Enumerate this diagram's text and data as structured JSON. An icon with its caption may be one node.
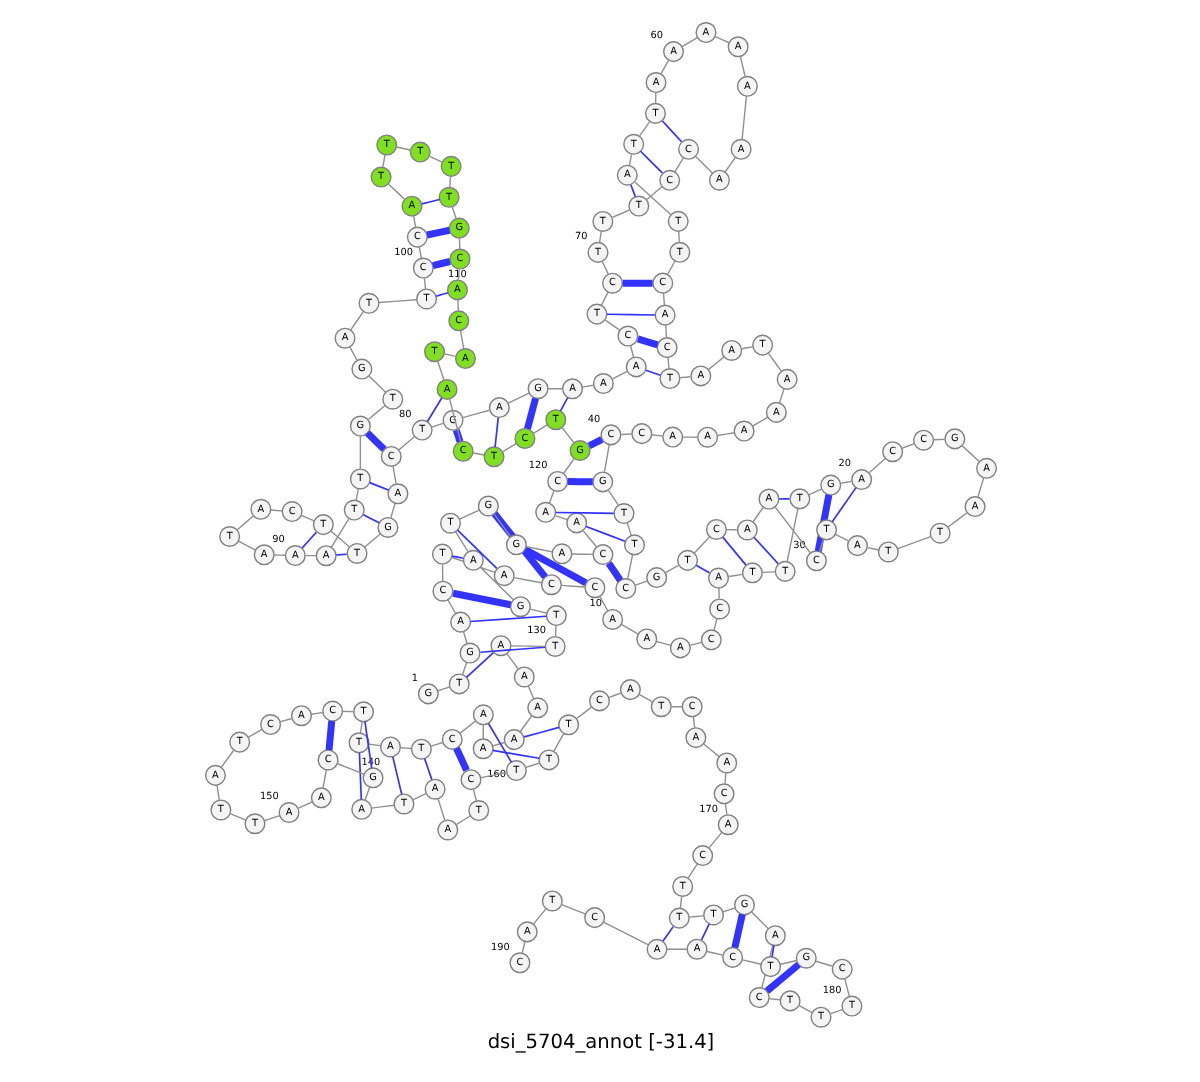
{
  "diagram": {
    "title": "dsi_5704_annot [-31.4]",
    "nodes": [
      {
        "text": [
          "G"
        ],
        "beside": [
          "1"
        ]
      },
      {
        "text": [
          "T"
        ]
      },
      {
        "text": [
          "G"
        ]
      },
      {
        "text": [
          "A"
        ]
      },
      {
        "text": [
          "C"
        ]
      },
      {
        "text": [
          "T"
        ]
      },
      {
        "text": [
          "A"
        ]
      },
      {
        "text": [
          "C"
        ]
      },
      {
        "text": [
          "C"
        ]
      },
      {
        "text": [
          "A"
        ],
        "beside": [
          "10"
        ]
      },
      {
        "text": [
          "A"
        ]
      },
      {
        "text": [
          "A"
        ]
      },
      {
        "text": [
          "C"
        ]
      },
      {
        "text": [
          "C"
        ]
      },
      {
        "text": [
          "A"
        ]
      },
      {
        "text": [
          "T"
        ]
      },
      {
        "text": [
          "T"
        ]
      },
      {
        "text": [
          "T"
        ]
      },
      {
        "text": [
          "G"
        ]
      },
      {
        "text": [
          "A"
        ],
        "beside": [
          "20"
        ]
      },
      {
        "text": [
          "C"
        ]
      },
      {
        "text": [
          "C"
        ]
      },
      {
        "text": [
          "G"
        ]
      },
      {
        "text": [
          "A"
        ]
      },
      {
        "text": [
          "A"
        ]
      },
      {
        "text": [
          "T"
        ]
      },
      {
        "text": [
          "T"
        ]
      },
      {
        "text": [
          "A"
        ]
      },
      {
        "text": [
          "T"
        ]
      },
      {
        "text": [
          "C"
        ],
        "beside": [
          "30"
        ]
      },
      {
        "text": [
          "A"
        ]
      },
      {
        "text": [
          "A"
        ]
      },
      {
        "text": [
          "C"
        ]
      },
      {
        "text": [
          "T"
        ]
      },
      {
        "text": [
          "G"
        ]
      },
      {
        "text": [
          "C"
        ]
      },
      {
        "text": [
          "T"
        ]
      },
      {
        "text": [
          "T"
        ]
      },
      {
        "text": [
          "G"
        ]
      },
      {
        "text": [
          "C"
        ],
        "beside": [
          "40"
        ]
      },
      {
        "text": [
          "C"
        ]
      },
      {
        "text": [
          "A"
        ]
      },
      {
        "text": [
          "A"
        ]
      },
      {
        "text": [
          "A"
        ]
      },
      {
        "text": [
          "A"
        ]
      },
      {
        "text": [
          "A"
        ]
      },
      {
        "text": [
          "T"
        ]
      },
      {
        "text": [
          "A"
        ]
      },
      {
        "text": [
          "A"
        ]
      },
      {
        "text": [
          "T"
        ]
      },
      {
        "text": [
          "C"
        ]
      },
      {
        "text": [
          "A"
        ]
      },
      {
        "text": [
          "C"
        ]
      },
      {
        "text": [
          "T"
        ]
      },
      {
        "text": [
          "T"
        ]
      },
      {
        "text": [
          "A"
        ]
      },
      {
        "text": [
          "T"
        ]
      },
      {
        "text": [
          "T"
        ]
      },
      {
        "text": [
          "A"
        ]
      },
      {
        "text": [
          "A"
        ],
        "beside": [
          "60"
        ]
      },
      {
        "text": [
          "A"
        ]
      },
      {
        "text": [
          "A"
        ]
      },
      {
        "text": [
          "A"
        ]
      },
      {
        "text": [
          "A"
        ]
      },
      {
        "text": [
          "A"
        ]
      },
      {
        "text": [
          "C"
        ]
      },
      {
        "text": [
          "C"
        ]
      },
      {
        "text": [
          "T"
        ]
      },
      {
        "text": [
          "T"
        ]
      },
      {
        "text": [
          "T"
        ],
        "beside": [
          "70"
        ]
      },
      {
        "text": [
          "C"
        ]
      },
      {
        "text": [
          "T"
        ]
      },
      {
        "text": [
          "C"
        ]
      },
      {
        "text": [
          "A"
        ]
      },
      {
        "text": [
          "A"
        ]
      },
      {
        "text": [
          "A"
        ]
      },
      {
        "text": [
          "G"
        ]
      },
      {
        "text": [
          "A"
        ]
      },
      {
        "text": [
          "G"
        ]
      },
      {
        "text": [
          "T"
        ],
        "beside": [
          "80"
        ]
      },
      {
        "text": [
          "C"
        ]
      },
      {
        "text": [
          "A"
        ]
      },
      {
        "text": [
          "G"
        ]
      },
      {
        "text": [
          "T"
        ]
      },
      {
        "text": [
          "T"
        ]
      },
      {
        "text": [
          "C"
        ]
      },
      {
        "text": [
          "A"
        ]
      },
      {
        "text": [
          "T"
        ]
      },
      {
        "text": [
          "A"
        ]
      },
      {
        "text": [
          "A"
        ],
        "beside": [
          "90"
        ]
      },
      {
        "text": [
          "A"
        ]
      },
      {
        "text": [
          "T"
        ]
      },
      {
        "text": [
          "T"
        ]
      },
      {
        "text": [
          "G"
        ]
      },
      {
        "text": [
          "T"
        ]
      },
      {
        "text": [
          "G"
        ]
      },
      {
        "text": [
          "A"
        ]
      },
      {
        "text": [
          "T"
        ]
      },
      {
        "text": [
          "T"
        ]
      },
      {
        "text": [
          "C"
        ],
        "beside": [
          "100"
        ]
      },
      {
        "text": [
          "C"
        ]
      },
      {
        "text": [
          "A"
        ]
      },
      {
        "text": [
          "T"
        ]
      },
      {
        "text": [
          "T"
        ]
      },
      {
        "text": [
          "T"
        ]
      },
      {
        "text": [
          "T"
        ]
      },
      {
        "text": [
          "T"
        ]
      },
      {
        "text": [
          "G"
        ]
      },
      {
        "text": [
          "C"
        ]
      },
      {
        "text": [
          "A"
        ],
        "beside": [
          "110"
        ]
      },
      {
        "text": [
          "C"
        ]
      },
      {
        "text": [
          "A"
        ]
      },
      {
        "text": [
          "T"
        ]
      },
      {
        "text": [
          "A"
        ]
      },
      {
        "text": [
          "C"
        ]
      },
      {
        "text": [
          "T"
        ]
      },
      {
        "text": [
          "C"
        ]
      },
      {
        "text": [
          "T"
        ]
      },
      {
        "text": [
          "G"
        ]
      },
      {
        "text": [
          "C"
        ],
        "beside": [
          "120"
        ]
      },
      {
        "text": [
          "A"
        ]
      },
      {
        "text": [
          "A"
        ]
      },
      {
        "text": [
          "C"
        ]
      },
      {
        "text": [
          "A"
        ]
      },
      {
        "text": [
          "G"
        ]
      },
      {
        "text": [
          "G"
        ]
      },
      {
        "text": [
          "T"
        ]
      },
      {
        "text": [
          "A"
        ]
      },
      {
        "text": [
          "G"
        ]
      },
      {
        "text": [
          "T"
        ],
        "beside": [
          "130"
        ]
      },
      {
        "text": [
          "T"
        ]
      },
      {
        "text": [
          "A"
        ]
      },
      {
        "text": [
          "A"
        ]
      },
      {
        "text": [
          "A"
        ]
      },
      {
        "text": [
          "A"
        ]
      },
      {
        "text": [
          "A"
        ]
      },
      {
        "text": [
          "A"
        ]
      },
      {
        "text": [
          "C"
        ]
      },
      {
        "text": [
          "T"
        ]
      },
      {
        "text": [
          "A"
        ],
        "beside": [
          "140"
        ]
      },
      {
        "text": [
          "T"
        ]
      },
      {
        "text": [
          "T"
        ]
      },
      {
        "text": [
          "C"
        ]
      },
      {
        "text": [
          "A"
        ]
      },
      {
        "text": [
          "C"
        ]
      },
      {
        "text": [
          "T"
        ]
      },
      {
        "text": [
          "A"
        ]
      },
      {
        "text": [
          "T"
        ]
      },
      {
        "text": [
          "T"
        ]
      },
      {
        "text": [
          "A"
        ],
        "beside": [
          "150"
        ]
      },
      {
        "text": [
          "A"
        ]
      },
      {
        "text": [
          "C"
        ]
      },
      {
        "text": [
          "G"
        ]
      },
      {
        "text": [
          "A"
        ]
      },
      {
        "text": [
          "T"
        ]
      },
      {
        "text": [
          "A"
        ]
      },
      {
        "text": [
          "A"
        ]
      },
      {
        "text": [
          "T"
        ]
      },
      {
        "text": [
          "C"
        ]
      },
      {
        "text": [
          "T"
        ],
        "beside": [
          "160"
        ]
      },
      {
        "text": [
          "T"
        ]
      },
      {
        "text": [
          "T"
        ]
      },
      {
        "text": [
          "C"
        ]
      },
      {
        "text": [
          "A"
        ]
      },
      {
        "text": [
          "T"
        ]
      },
      {
        "text": [
          "C"
        ]
      },
      {
        "text": [
          "A"
        ]
      },
      {
        "text": [
          "A"
        ]
      },
      {
        "text": [
          "C"
        ]
      },
      {
        "text": [
          "A"
        ],
        "beside": [
          "170"
        ]
      },
      {
        "text": [
          "C"
        ]
      },
      {
        "text": [
          "T"
        ]
      },
      {
        "text": [
          "T"
        ]
      },
      {
        "text": [
          "T"
        ]
      },
      {
        "text": [
          "G"
        ]
      },
      {
        "text": [
          "A"
        ]
      },
      {
        "text": [
          "C"
        ]
      },
      {
        "text": [
          "T"
        ]
      },
      {
        "text": [
          "T"
        ]
      },
      {
        "text": [
          "T"
        ],
        "beside": [
          "180"
        ]
      },
      {
        "text": [
          "C"
        ]
      },
      {
        "text": [
          "G"
        ]
      },
      {
        "text": [
          "T"
        ]
      },
      {
        "text": [
          "C"
        ]
      },
      {
        "text": [
          "A"
        ]
      },
      {
        "text": [
          "A"
        ]
      },
      {
        "text": [
          "C"
        ]
      },
      {
        "text": [
          "T"
        ]
      },
      {
        "text": [
          "A"
        ]
      },
      {
        "text": [
          "C"
        ],
        "beside": [
          "190"
        ]
      }
    ],
    "edges": [
      {
        "from": 0,
        "to": 1,
        "arrow": "none"
      },
      {
        "from": 1,
        "to": 2,
        "arrow": "none"
      },
      {
        "from": 2,
        "to": 3,
        "arrow": "none"
      },
      {
        "from": 3,
        "to": 4,
        "arrow": "none"
      },
      {
        "from": 4,
        "to": 5,
        "arrow": "none"
      },
      {
        "from": 5,
        "to": 6,
        "arrow": "none"
      },
      {
        "from": 6,
        "to": 7,
        "arrow": "none"
      },
      {
        "from": 7,
        "to": 8,
        "arrow": "none"
      },
      {
        "from": 8,
        "to": 9,
        "arrow": "none"
      },
      {
        "from": 9,
        "to": 10,
        "arrow": "none"
      },
      {
        "from": 10,
        "to": 11,
        "arrow": "none"
      },
      {
        "from": 11,
        "to": 12,
        "arrow": "none"
      },
      {
        "from": 12,
        "to": 13,
        "arrow": "none"
      },
      {
        "from": 13,
        "to": 14,
        "arrow": "none"
      },
      {
        "from": 14,
        "to": 15,
        "arrow": "none"
      },
      {
        "from": 15,
        "to": 16,
        "arrow": "none"
      },
      {
        "from": 16,
        "to": 17,
        "arrow": "none"
      },
      {
        "from": 17,
        "to": 18,
        "arrow": "none"
      },
      {
        "from": 18,
        "to": 19,
        "arrow": "none"
      },
      {
        "from": 19,
        "to": 20,
        "arrow": "none"
      },
      {
        "from": 20,
        "to": 21,
        "arrow": "none"
      },
      {
        "from": 21,
        "to": 22,
        "arrow": "none"
      },
      {
        "from": 22,
        "to": 23,
        "arrow": "none"
      },
      {
        "from": 23,
        "to": 24,
        "arrow": "none"
      },
      {
        "from": 24,
        "to": 25,
        "arrow": "none"
      },
      {
        "from": 25,
        "to": 26,
        "arrow": "none"
      },
      {
        "from": 26,
        "to": 27,
        "arrow": "none"
      },
      {
        "from": 27,
        "to": 28,
        "arrow": "none"
      },
      {
        "from": 28,
        "to": 29,
        "arrow": "none"
      },
      {
        "from": 29,
        "to": 30,
        "arrow": "none"
      },
      {
        "from": 30,
        "to": 31,
        "arrow": "none"
      },
      {
        "from": 31,
        "to": 32,
        "arrow": "none"
      },
      {
        "from": 32,
        "to": 33,
        "arrow": "none"
      },
      {
        "from": 33,
        "to": 34,
        "arrow": "none"
      },
      {
        "from": 34,
        "to": 35,
        "arrow": "none"
      },
      {
        "from": 35,
        "to": 36,
        "arrow": "none"
      },
      {
        "from": 36,
        "to": 37,
        "arrow": "none"
      },
      {
        "from": 37,
        "to": 38,
        "arrow": "none"
      },
      {
        "from": 38,
        "to": 39,
        "arrow": "none"
      },
      {
        "from": 39,
        "to": 40,
        "arrow": "none"
      },
      {
        "from": 40,
        "to": 41,
        "arrow": "none"
      },
      {
        "from": 41,
        "to": 42,
        "arrow": "none"
      },
      {
        "from": 42,
        "to": 43,
        "arrow": "none"
      },
      {
        "from": 43,
        "to": 44,
        "arrow": "none"
      },
      {
        "from": 44,
        "to": 45,
        "arrow": "none"
      },
      {
        "from": 45,
        "to": 46,
        "arrow": "none"
      },
      {
        "from": 46,
        "to": 47,
        "arrow": "none"
      },
      {
        "from": 47,
        "to": 48,
        "arrow": "none"
      },
      {
        "from": 48,
        "to": 49,
        "arrow": "none"
      },
      {
        "from": 49,
        "to": 50,
        "arrow": "none"
      },
      {
        "from": 50,
        "to": 51,
        "arrow": "none"
      },
      {
        "from": 51,
        "to": 52,
        "arrow": "none"
      },
      {
        "from": 52,
        "to": 53,
        "arrow": "none"
      },
      {
        "from": 53,
        "to": 54,
        "arrow": "none"
      },
      {
        "from": 54,
        "to": 55,
        "arrow": "none"
      },
      {
        "from": 55,
        "to": 56,
        "arrow": "none"
      },
      {
        "from": 56,
        "to": 57,
        "arrow": "none"
      },
      {
        "from": 57,
        "to": 58,
        "arrow": "none"
      },
      {
        "from": 58,
        "to": 59,
        "arrow": "none"
      },
      {
        "from": 59,
        "to": 60,
        "arrow": "none"
      },
      {
        "from": 60,
        "to": 61,
        "arrow": "none"
      },
      {
        "from": 61,
        "to": 62,
        "arrow": "none"
      },
      {
        "from": 62,
        "to": 63,
        "arrow": "none"
      },
      {
        "from": 63,
        "to": 64,
        "arrow": "none"
      },
      {
        "from": 64,
        "to": 65,
        "arrow": "none"
      },
      {
        "from": 65,
        "to": 66,
        "arrow": "none"
      },
      {
        "from": 66,
        "to": 67,
        "arrow": "none"
      },
      {
        "from": 67,
        "to": 68,
        "arrow": "none"
      },
      {
        "from": 68,
        "to": 69,
        "arrow": "none"
      },
      {
        "from": 69,
        "to": 70,
        "arrow": "none"
      },
      {
        "from": 70,
        "to": 71,
        "arrow": "none"
      },
      {
        "from": 71,
        "to": 72,
        "arrow": "none"
      },
      {
        "from": 72,
        "to": 73,
        "arrow": "none"
      },
      {
        "from": 73,
        "to": 74,
        "arrow": "none"
      },
      {
        "from": 74,
        "to": 75,
        "arrow": "none"
      },
      {
        "from": 75,
        "to": 76,
        "arrow": "none"
      },
      {
        "from": 76,
        "to": 77,
        "arrow": "none"
      },
      {
        "from": 77,
        "to": 78,
        "arrow": "none"
      },
      {
        "from": 78,
        "to": 79,
        "arrow": "none"
      },
      {
        "from": 79,
        "to": 80,
        "arrow": "none"
      },
      {
        "from": 80,
        "to": 81,
        "arrow": "none"
      },
      {
        "from": 81,
        "to": 82,
        "arrow": "none"
      },
      {
        "from": 82,
        "to": 83,
        "arrow": "none"
      },
      {
        "from": 83,
        "to": 84,
        "arrow": "none"
      },
      {
        "from": 84,
        "to": 85,
        "arrow": "none"
      },
      {
        "from": 85,
        "to": 86,
        "arrow": "none"
      },
      {
        "from": 86,
        "to": 87,
        "arrow": "none"
      },
      {
        "from": 87,
        "to": 88,
        "arrow": "none"
      },
      {
        "from": 88,
        "to": 89,
        "arrow": "none"
      },
      {
        "from": 89,
        "to": 90,
        "arrow": "none"
      },
      {
        "from": 90,
        "to": 91,
        "arrow": "none"
      },
      {
        "from": 91,
        "to": 92,
        "arrow": "none"
      },
      {
        "from": 92,
        "to": 93,
        "arrow": "none"
      },
      {
        "from": 93,
        "to": 94,
        "arrow": "none"
      },
      {
        "from": 94,
        "to": 95,
        "arrow": "none"
      },
      {
        "from": 95,
        "to": 96,
        "arrow": "none"
      },
      {
        "from": 96,
        "to": 97,
        "arrow": "none"
      },
      {
        "from": 97,
        "to": 98,
        "arrow": "none"
      },
      {
        "from": 98,
        "to": 99,
        "arrow": "none"
      },
      {
        "from": 99,
        "to": 100,
        "arrow": "none"
      },
      {
        "from": 100,
        "to": 101,
        "arrow": "none"
      },
      {
        "from": 101,
        "to": 102,
        "arrow": "none"
      },
      {
        "from": 102,
        "to": 103,
        "arrow": "none"
      },
      {
        "from": 103,
        "to": 104,
        "arrow": "none"
      },
      {
        "from": 104,
        "to": 105,
        "arrow": "none"
      },
      {
        "from": 105,
        "to": 106,
        "arrow": "none"
      },
      {
        "from": 106,
        "to": 107,
        "arrow": "none"
      },
      {
        "from": 107,
        "to": 108,
        "arrow": "none"
      },
      {
        "from": 108,
        "to": 109,
        "arrow": "none"
      },
      {
        "from": 109,
        "to": 110,
        "arrow": "none"
      },
      {
        "from": 110,
        "to": 111,
        "arrow": "none"
      },
      {
        "from": 111,
        "to": 112,
        "arrow": "none"
      },
      {
        "from": 112,
        "to": 113,
        "arrow": "none"
      },
      {
        "from": 113,
        "to": 114,
        "arrow": "none"
      },
      {
        "from": 114,
        "to": 115,
        "arrow": "none"
      },
      {
        "from": 115,
        "to": 116,
        "arrow": "none"
      },
      {
        "from": 116,
        "to": 117,
        "arrow": "none"
      },
      {
        "from": 117,
        "to": 118,
        "arrow": "none"
      },
      {
        "from": 118,
        "to": 119,
        "arrow": "none"
      },
      {
        "from": 119,
        "to": 120,
        "arrow": "none"
      },
      {
        "from": 120,
        "to": 121,
        "arrow": "none"
      },
      {
        "from": 121,
        "to": 122,
        "arrow": "none"
      },
      {
        "from": 122,
        "to": 123,
        "arrow": "none"
      },
      {
        "from": 123,
        "to": 124,
        "arrow": "none"
      },
      {
        "from": 124,
        "to": 125,
        "arrow": "none"
      },
      {
        "from": 125,
        "to": 126,
        "arrow": "none"
      },
      {
        "from": 126,
        "to": 127,
        "arrow": "none"
      },
      {
        "from": 127,
        "to": 128,
        "arrow": "none"
      },
      {
        "from": 128,
        "to": 129,
        "arrow": "none"
      },
      {
        "from": 129,
        "to": 130,
        "arrow": "none"
      },
      {
        "from": 130,
        "to": 131,
        "arrow": "none"
      },
      {
        "from": 131,
        "to": 132,
        "arrow": "none"
      },
      {
        "from": 132,
        "to": 133,
        "arrow": "none"
      },
      {
        "from": 133,
        "to": 134,
        "arrow": "none"
      },
      {
        "from": 134,
        "to": 135,
        "arrow": "none"
      },
      {
        "from": 135,
        "to": 136,
        "arrow": "none"
      },
      {
        "from": 136,
        "to": 137,
        "arrow": "none"
      },
      {
        "from": 137,
        "to": 138,
        "arrow": "none"
      },
      {
        "from": 138,
        "to": 139,
        "arrow": "none"
      },
      {
        "from": 139,
        "to": 140,
        "arrow": "none"
      },
      {
        "from": 140,
        "to": 141,
        "arrow": "none"
      },
      {
        "from": 141,
        "to": 142,
        "arrow": "none"
      },
      {
        "from": 142,
        "to": 143,
        "arrow": "none"
      },
      {
        "from": 143,
        "to": 144,
        "arrow": "none"
      },
      {
        "from": 144,
        "to": 145,
        "arrow": "none"
      },
      {
        "from": 145,
        "to": 146,
        "arrow": "none"
      },
      {
        "from": 146,
        "to": 147,
        "arrow": "none"
      },
      {
        "from": 147,
        "to": 148,
        "arrow": "none"
      },
      {
        "from": 148,
        "to": 149,
        "arrow": "none"
      },
      {
        "from": 149,
        "to": 150,
        "arrow": "none"
      },
      {
        "from": 150,
        "to": 151,
        "arrow": "none"
      },
      {
        "from": 151,
        "to": 152,
        "arrow": "none"
      },
      {
        "from": 152,
        "to": 153,
        "arrow": "none"
      },
      {
        "from": 153,
        "to": 154,
        "arrow": "none"
      },
      {
        "from": 154,
        "to": 155,
        "arrow": "none"
      },
      {
        "from": 155,
        "to": 156,
        "arrow": "none"
      },
      {
        "from": 156,
        "to": 157,
        "arrow": "none"
      },
      {
        "from": 157,
        "to": 158,
        "arrow": "none"
      },
      {
        "from": 158,
        "to": 159,
        "arrow": "none"
      },
      {
        "from": 159,
        "to": 160,
        "arrow": "none"
      },
      {
        "from": 160,
        "to": 161,
        "arrow": "none"
      },
      {
        "from": 161,
        "to": 162,
        "arrow": "none"
      },
      {
        "from": 162,
        "to": 163,
        "arrow": "none"
      },
      {
        "from": 163,
        "to": 164,
        "arrow": "none"
      },
      {
        "from": 164,
        "to": 165,
        "arrow": "none"
      },
      {
        "from": 165,
        "to": 166,
        "arrow": "none"
      },
      {
        "from": 166,
        "to": 167,
        "arrow": "none"
      },
      {
        "from": 167,
        "to": 168,
        "arrow": "none"
      },
      {
        "from": 168,
        "to": 169,
        "arrow": "none"
      },
      {
        "from": 169,
        "to": 170,
        "arrow": "none"
      },
      {
        "from": 170,
        "to": 171,
        "arrow": "none"
      },
      {
        "from": 171,
        "to": 172,
        "arrow": "none"
      },
      {
        "from": 172,
        "to": 173,
        "arrow": "none"
      },
      {
        "from": 173,
        "to": 174,
        "arrow": "none"
      },
      {
        "from": 174,
        "to": 175,
        "arrow": "none"
      },
      {
        "from": 175,
        "to": 176,
        "arrow": "none"
      },
      {
        "from": 176,
        "to": 177,
        "arrow": "none"
      },
      {
        "from": 177,
        "to": 178,
        "arrow": "none"
      },
      {
        "from": 178,
        "to": 179,
        "arrow": "none"
      },
      {
        "from": 179,
        "to": 180,
        "arrow": "none"
      },
      {
        "from": 180,
        "to": 181,
        "arrow": "none"
      },
      {
        "from": 181,
        "to": 182,
        "arrow": "none"
      },
      {
        "from": 182,
        "to": 183,
        "arrow": "none"
      },
      {
        "from": 183,
        "to": 184,
        "arrow": "none"
      },
      {
        "from": 184,
        "to": 185,
        "arrow": "none"
      },
      {
        "from": 185,
        "to": 186,
        "arrow": "none"
      },
      {
        "from": 186,
        "to": 187,
        "arrow": "none"
      },
      {
        "from": 187,
        "to": 188,
        "arrow": "none"
      },
      {
        "from": 188,
        "to": 189,
        "arrow": "none"
      },
      {
        "from": 1,
        "to": 131,
        "arrow": "none",
        "color": "#3333ff"
      },
      {
        "from": 2,
        "to": 130,
        "arrow": "none",
        "color": "#3333ff"
      },
      {
        "from": 3,
        "to": 129,
        "arrow": "none",
        "color": "#3333ff"
      },
      {
        "from": 4,
        "to": 128,
        "arrow": "none",
        "color": "#3333ff",
        "style": "thick"
      },
      {
        "from": 5,
        "to": 127,
        "arrow": "none",
        "color": "#3333ff"
      },
      {
        "from": 6,
        "to": 126,
        "arrow": "none",
        "color": "#3333ff"
      },
      {
        "from": 7,
        "to": 125,
        "arrow": "none",
        "color": "#3333ff",
        "style": "thick"
      },
      {
        "from": 8,
        "to": 124,
        "arrow": "none",
        "color": "#3333ff",
        "style": "thick"
      },
      {
        "from": 14,
        "to": 33,
        "arrow": "none",
        "color": "#3333ff"
      },
      {
        "from": 15,
        "to": 32,
        "arrow": "none",
        "color": "#3333ff"
      },
      {
        "from": 16,
        "to": 31,
        "arrow": "none",
        "color": "#3333ff"
      },
      {
        "from": 17,
        "to": 30,
        "arrow": "none",
        "color": "#3333ff"
      },
      {
        "from": 18,
        "to": 29,
        "arrow": "none",
        "color": "#3333ff",
        "style": "thick"
      },
      {
        "from": 19,
        "to": 28,
        "arrow": "none",
        "color": "#3333ff"
      },
      {
        "from": 35,
        "to": 122,
        "arrow": "none",
        "color": "#3333ff",
        "style": "thick"
      },
      {
        "from": 36,
        "to": 121,
        "arrow": "none",
        "color": "#3333ff"
      },
      {
        "from": 37,
        "to": 120,
        "arrow": "none",
        "color": "#3333ff"
      },
      {
        "from": 38,
        "to": 119,
        "arrow": "none",
        "color": "#3333ff",
        "style": "thick"
      },
      {
        "from": 39,
        "to": 118,
        "arrow": "none",
        "color": "#3333ff",
        "style": "thick"
      },
      {
        "from": 49,
        "to": 73,
        "arrow": "none",
        "color": "#3333ff"
      },
      {
        "from": 50,
        "to": 72,
        "arrow": "none",
        "color": "#3333ff",
        "style": "thick"
      },
      {
        "from": 51,
        "to": 71,
        "arrow": "none",
        "color": "#3333ff"
      },
      {
        "from": 52,
        "to": 70,
        "arrow": "none",
        "color": "#3333ff",
        "style": "thick"
      },
      {
        "from": 55,
        "to": 67,
        "arrow": "none",
        "color": "#3333ff"
      },
      {
        "from": 56,
        "to": 66,
        "arrow": "none",
        "color": "#3333ff"
      },
      {
        "from": 57,
        "to": 65,
        "arrow": "none",
        "color": "#3333ff"
      },
      {
        "from": 75,
        "to": 117,
        "arrow": "none",
        "color": "#3333ff"
      },
      {
        "from": 76,
        "to": 116,
        "arrow": "none",
        "color": "#3333ff",
        "style": "thick"
      },
      {
        "from": 77,
        "to": 115,
        "arrow": "none",
        "color": "#3333ff"
      },
      {
        "from": 78,
        "to": 114,
        "arrow": "none",
        "color": "#3333ff",
        "style": "thick"
      },
      {
        "from": 79,
        "to": 113,
        "arrow": "none",
        "color": "#3333ff"
      },
      {
        "from": 80,
        "to": 93,
        "arrow": "none",
        "color": "#3333ff",
        "style": "thick"
      },
      {
        "from": 81,
        "to": 92,
        "arrow": "none",
        "color": "#3333ff"
      },
      {
        "from": 82,
        "to": 91,
        "arrow": "none",
        "color": "#3333ff"
      },
      {
        "from": 83,
        "to": 90,
        "arrow": "none",
        "color": "#3333ff"
      },
      {
        "from": 84,
        "to": 89,
        "arrow": "none",
        "color": "#3333ff"
      },
      {
        "from": 98,
        "to": 109,
        "arrow": "none",
        "color": "#3333ff"
      },
      {
        "from": 99,
        "to": 108,
        "arrow": "none",
        "color": "#3333ff",
        "style": "thick"
      },
      {
        "from": 100,
        "to": 107,
        "arrow": "none",
        "color": "#3333ff",
        "style": "thick"
      },
      {
        "from": 101,
        "to": 106,
        "arrow": "none",
        "color": "#3333ff"
      },
      {
        "from": 134,
        "to": 161,
        "arrow": "none",
        "color": "#3333ff"
      },
      {
        "from": 135,
        "to": 160,
        "arrow": "none",
        "color": "#3333ff"
      },
      {
        "from": 136,
        "to": 159,
        "arrow": "none",
        "color": "#3333ff"
      },
      {
        "from": 137,
        "to": 158,
        "arrow": "none",
        "color": "#3333ff",
        "style": "thick"
      },
      {
        "from": 138,
        "to": 155,
        "arrow": "none",
        "color": "#3333ff"
      },
      {
        "from": 139,
        "to": 154,
        "arrow": "none",
        "color": "#3333ff"
      },
      {
        "from": 140,
        "to": 153,
        "arrow": "none",
        "color": "#3333ff"
      },
      {
        "from": 141,
        "to": 152,
        "arrow": "none",
        "color": "#3333ff"
      },
      {
        "from": 142,
        "to": 151,
        "arrow": "none",
        "color": "#3333ff",
        "style": "thick"
      },
      {
        "from": 172,
        "to": 185,
        "arrow": "none",
        "color": "#3333ff"
      },
      {
        "from": 173,
        "to": 184,
        "arrow": "none",
        "color": "#3333ff"
      },
      {
        "from": 174,
        "to": 183,
        "arrow": "none",
        "color": "#3333ff",
        "style": "thick"
      },
      {
        "from": 175,
        "to": 182,
        "arrow": "none",
        "color": "#3333ff"
      },
      {
        "from": 176,
        "to": 181,
        "arrow": "none",
        "color": "#3333ff",
        "style": "thick"
      }
    ]
  }
}
